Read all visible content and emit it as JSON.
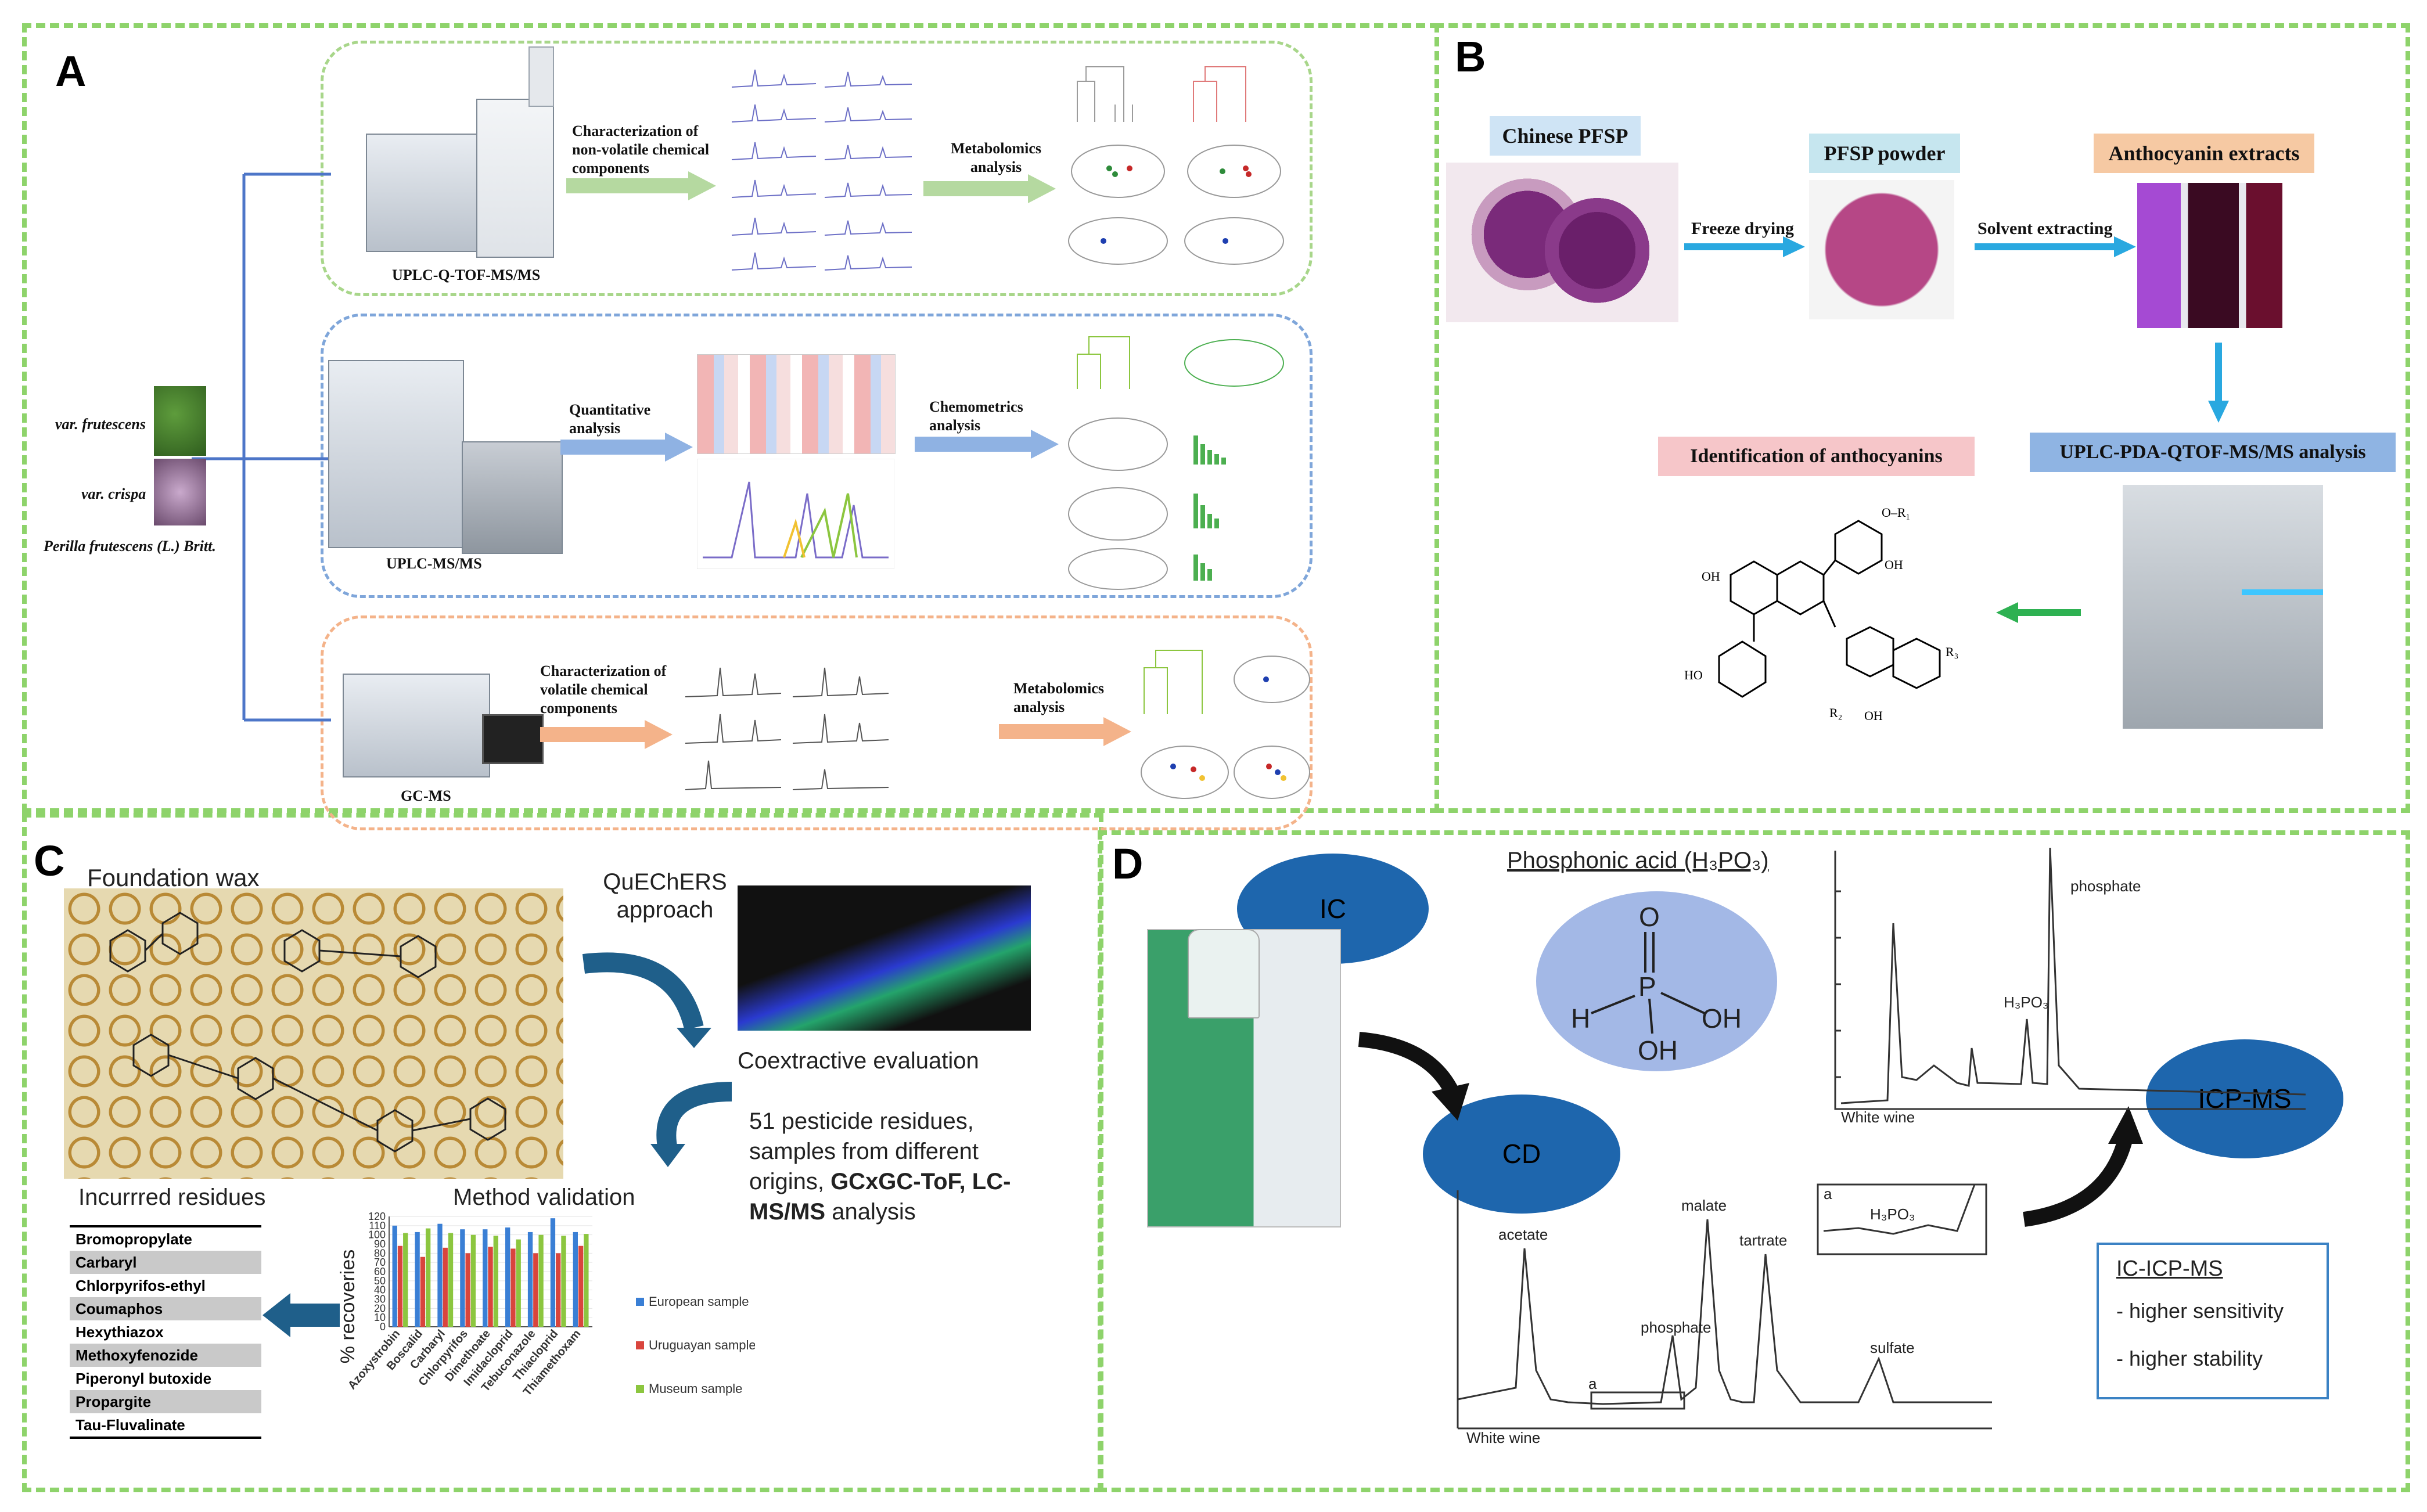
{
  "panels": {
    "a": "A",
    "b": "B",
    "c": "C",
    "d": "D"
  },
  "panel_a": {
    "instrument_1": "UPLC-Q-TOF-MS/MS",
    "instrument_2": "UPLC-MS/MS",
    "instrument_3": "GC-MS",
    "step_1a": "Characterization of non-volatile chemical components",
    "step_1b": "Metabolomics analysis",
    "step_2a": "Quantitative analysis",
    "step_2b": "Chemometrics analysis",
    "step_3a": "Characterization of volatile chemical components",
    "step_3b": "Metabolomics analysis",
    "species_1": "var. frutescens",
    "species_2": "var. crispa",
    "species_full": "Perilla frutescens (L.) Britt."
  },
  "panel_b": {
    "label_1": "Chinese PFSP",
    "label_2": "PFSP powder",
    "label_3": "Anthocyanin extracts",
    "label_4": "UPLC-PDA-QTOF-MS/MS analysis",
    "label_5": "Identification of anthocyanins",
    "arrow_1": "Freeze drying",
    "arrow_2": "Solvent extracting",
    "colors": {
      "label_1": "#cfe4f5",
      "label_2": "#c6e6ef",
      "label_3": "#f6c9a3",
      "label_4": "#8fb4e3",
      "label_5": "#f6c6c9"
    }
  },
  "panel_c": {
    "title_wax": "Foundation wax",
    "quechers": "QuEChERS approach",
    "coextractive": "Coextractive evaluation",
    "summary_1": "51 pesticide residues, samples from different origins, ",
    "summary_bold": "GCxGC-ToF, LC-MS/MS",
    "summary_2": " analysis",
    "incurred_title": "Incurrred residues",
    "method_title": "Method validation",
    "residues": [
      "Bromopropylate",
      "Carbaryl",
      "Chlorpyrifos-ethyl",
      "Coumaphos",
      "Hexythiazox",
      "Methoxyfenozide",
      "Piperonyl butoxide",
      "Propargite",
      "Tau-Fluvalinate"
    ]
  },
  "chart_data": [
    {
      "type": "bar",
      "title": "Method validation",
      "xlabel": "",
      "ylabel": "% recoveries",
      "ylim": [
        0,
        120
      ],
      "yticks": [
        0,
        10,
        20,
        30,
        40,
        50,
        60,
        70,
        80,
        90,
        100,
        110,
        120
      ],
      "categories": [
        "Azoxystrobin",
        "Boscalid",
        "Carbaryl",
        "Chlorpyrifos",
        "Dimethoate",
        "Imidacloprid",
        "Tebuconazole",
        "Thiacloprid",
        "Thiamethoxam"
      ],
      "series": [
        {
          "name": "European sample",
          "color": "#3a7fd5",
          "values": [
            110,
            103,
            112,
            106,
            106,
            108,
            103,
            118,
            103
          ]
        },
        {
          "name": "Uruguayan sample",
          "color": "#d9453d",
          "values": [
            88,
            76,
            86,
            80,
            87,
            85,
            80,
            80,
            88
          ]
        },
        {
          "name": "Museum sample",
          "color": "#8cc63f",
          "values": [
            102,
            107,
            102,
            100,
            99,
            95,
            100,
            99,
            101
          ]
        }
      ],
      "legend_position": "right"
    },
    {
      "type": "line",
      "title": "",
      "xlabel": "",
      "ylabel": "",
      "annotations": [
        "phosphate",
        "H₃PO₃",
        "White wine"
      ]
    },
    {
      "type": "line",
      "title": "",
      "xlabel": "",
      "ylabel": "",
      "annotations": [
        "acetate",
        "malate",
        "tartrate",
        "phosphate",
        "sulfate",
        "White wine",
        "a",
        "a",
        "H₃PO₃"
      ]
    }
  ],
  "panel_d": {
    "ic": "IC",
    "cd": "CD",
    "icpms": "ICP-MS",
    "acid_title": "Phosphonic acid (H₃PO₃)",
    "box_title": "IC-ICP-MS",
    "box_1": "- higher sensitivity",
    "box_2": "- higher stability",
    "mol": {
      "o": "O",
      "p": "P",
      "h": "H",
      "oh1": "OH",
      "oh2": "OH"
    },
    "colors": {
      "ellipse": "#1e66ad",
      "acid": "#a3b8e6",
      "box_border": "#3b82c4"
    }
  }
}
